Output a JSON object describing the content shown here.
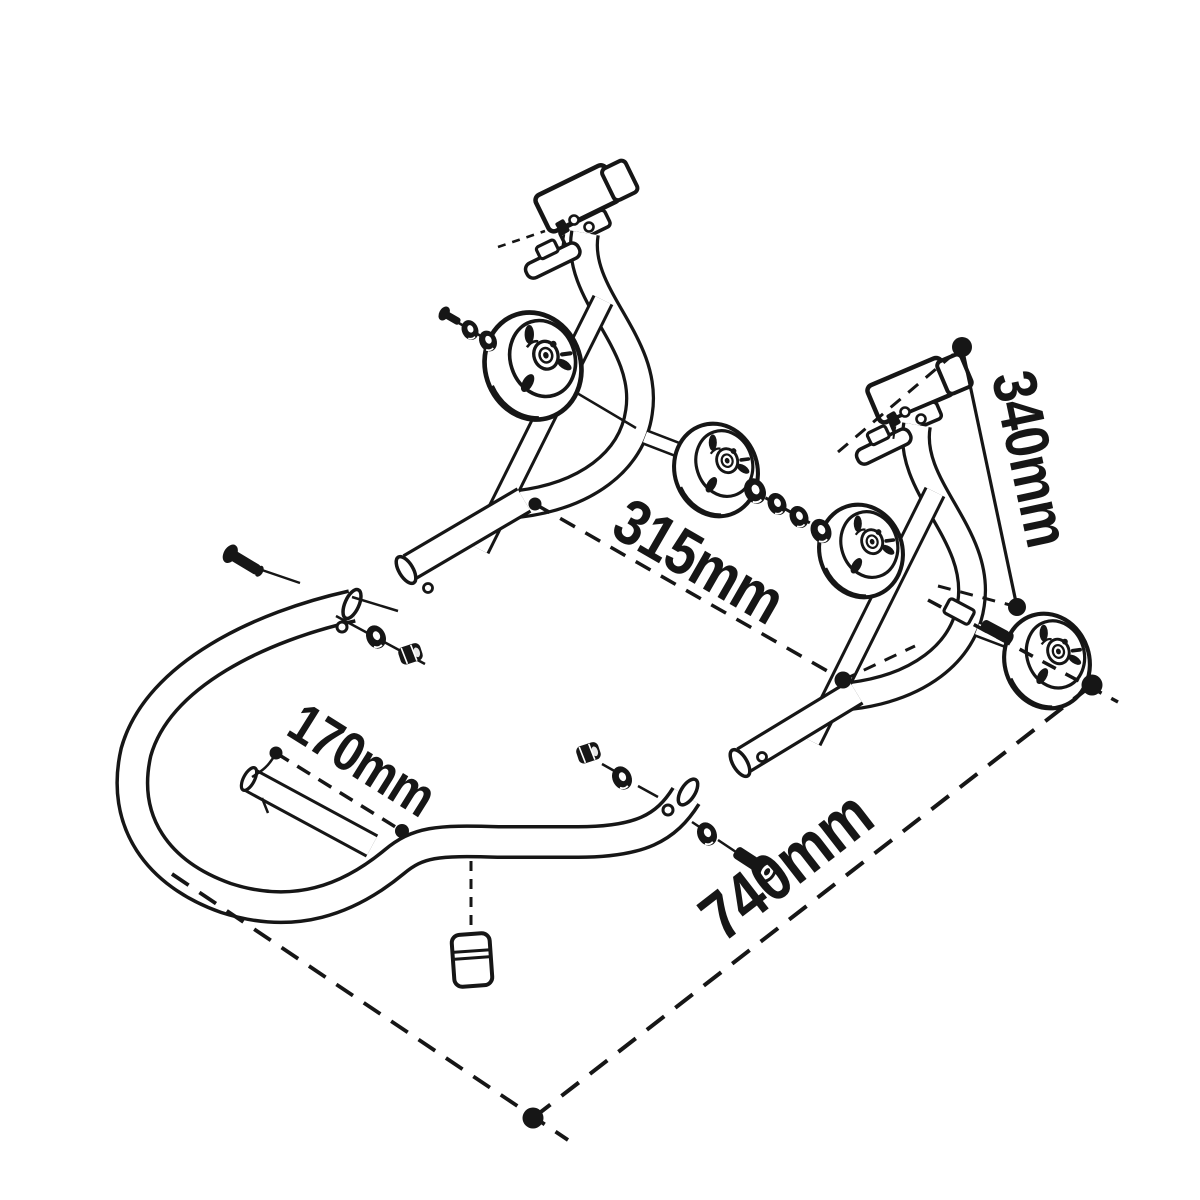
{
  "colors": {
    "background": "#ffffff",
    "line": "#161616"
  },
  "diagram": {
    "type": "exploded-assembly-drawing",
    "dimensions": {
      "arm_spacing": "315mm",
      "arm_height": "340mm",
      "handle_inset": "170mm",
      "overall_width": "740mm"
    }
  }
}
